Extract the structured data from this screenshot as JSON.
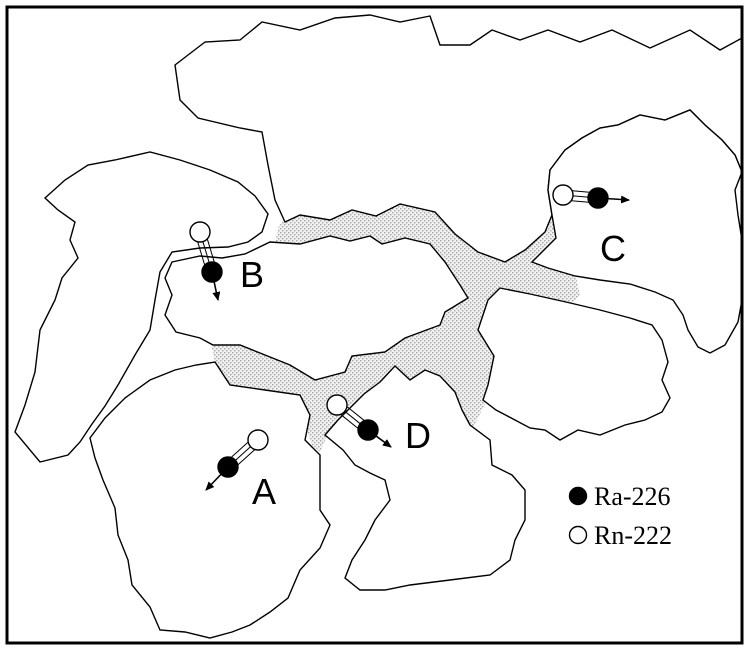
{
  "diagram": {
    "grain_labels": {
      "a": "A",
      "b": "B",
      "c": "C",
      "d": "D"
    }
  },
  "legend": {
    "items": [
      {
        "symbol": "filled-circle",
        "label": "Ra-226"
      },
      {
        "symbol": "open-circle",
        "label": "Rn-222"
      }
    ]
  },
  "colors": {
    "outline": "#000000",
    "pore_stipple": "#6a6a6a",
    "background": "#ffffff"
  }
}
